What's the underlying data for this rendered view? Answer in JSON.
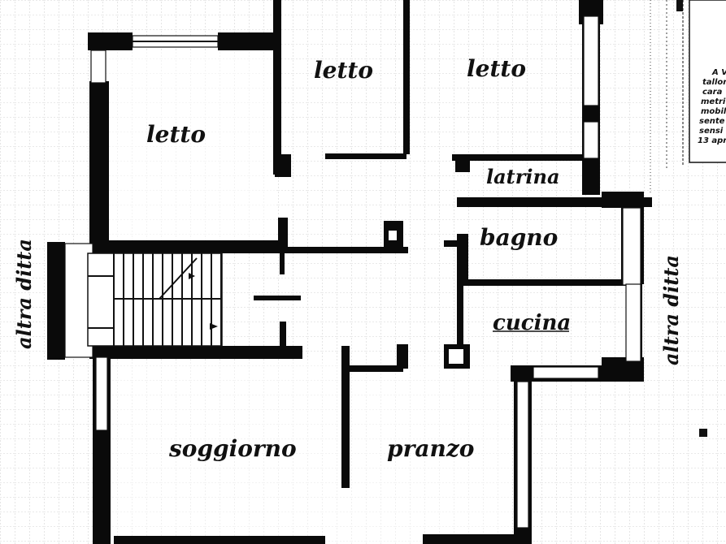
{
  "rooms": {
    "letto_left": "letto",
    "letto_mid": "letto",
    "letto_right": "letto",
    "latrina": "latrina",
    "bagno": "bagno",
    "cucina": "cucina",
    "soggiorno": "soggiorno",
    "pranzo": "pranzo"
  },
  "side_labels": {
    "left": "altra ditta",
    "right": "altra ditta"
  },
  "note": {
    "lines": [
      "A V",
      "tallor",
      "cara",
      "metri",
      "mobil",
      "sente",
      "sensi",
      "13 apri"
    ]
  },
  "colors": {
    "ink": "#0a0a0a",
    "grid": "#9a9a9a",
    "paper": "#ffffff"
  }
}
